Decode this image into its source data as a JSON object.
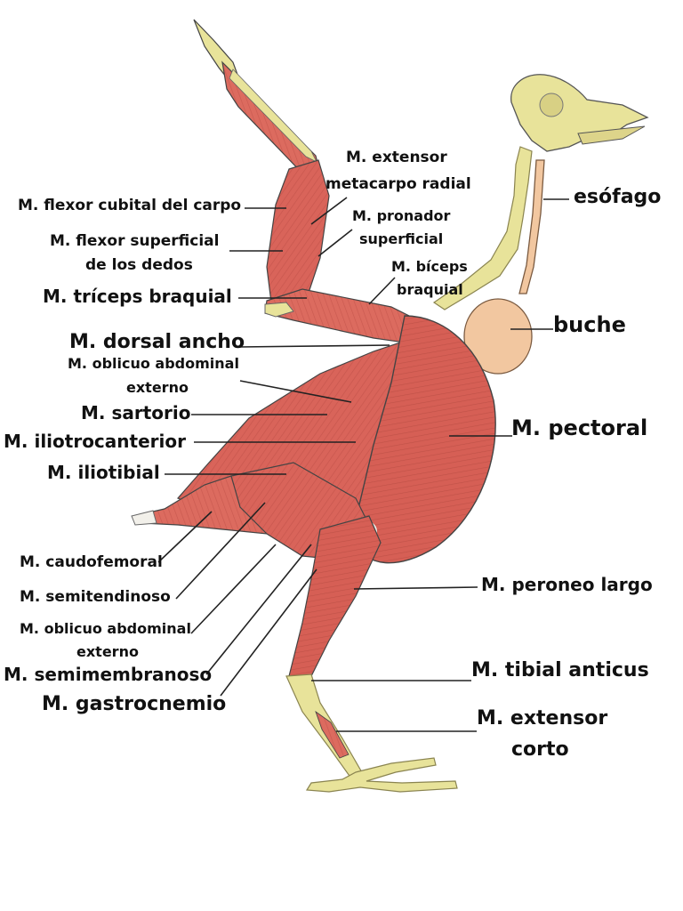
{
  "diagram": {
    "labels": {
      "extensor_metacarpo_1": "M. extensor",
      "extensor_metacarpo_2": "metacarpo radial",
      "flexor_cubital": "M. flexor cubital del carpo",
      "pronador_1": "M. pronador",
      "pronador_2": "superficial",
      "flexor_superficial_1": "M. flexor superficial",
      "flexor_superficial_2": "de los dedos",
      "biceps_1": "M. bíceps",
      "biceps_2": "braquial",
      "triceps": "M. tríceps braquial",
      "esofago": "esófago",
      "buche": "buche",
      "dorsal_ancho": "M. dorsal ancho",
      "oblicuo_externo_1": "M. oblicuo abdominal",
      "oblicuo_externo_2": "externo",
      "sartorio": "M. sartorio",
      "iliotrocanterior": "M. iliotrocanterior",
      "pectoral": "M. pectoral",
      "iliotibial": "M. iliotibial",
      "caudofemoral": "M. caudofemoral",
      "semitendinoso": "M. semitendinoso",
      "peroneo_largo": "M. peroneo largo",
      "oblicuo_2_1": "M. oblicuo abdominal",
      "oblicuo_2_2": "externo",
      "semimembranoso": "M. semimembranoso",
      "tibial_anticus": "M. tibial anticus",
      "gastrocnemio": "M. gastrocnemio",
      "extensor_corto_1": "M. extensor",
      "extensor_corto_2": "corto"
    },
    "colors": {
      "muscle": "#d9645a",
      "muscle_dark": "#b84a42",
      "bone": "#e8e39a",
      "bone_dark": "#b9b060",
      "crop": "#f2c7a0",
      "tendon": "#f2f0ea",
      "line": "#222222"
    }
  }
}
